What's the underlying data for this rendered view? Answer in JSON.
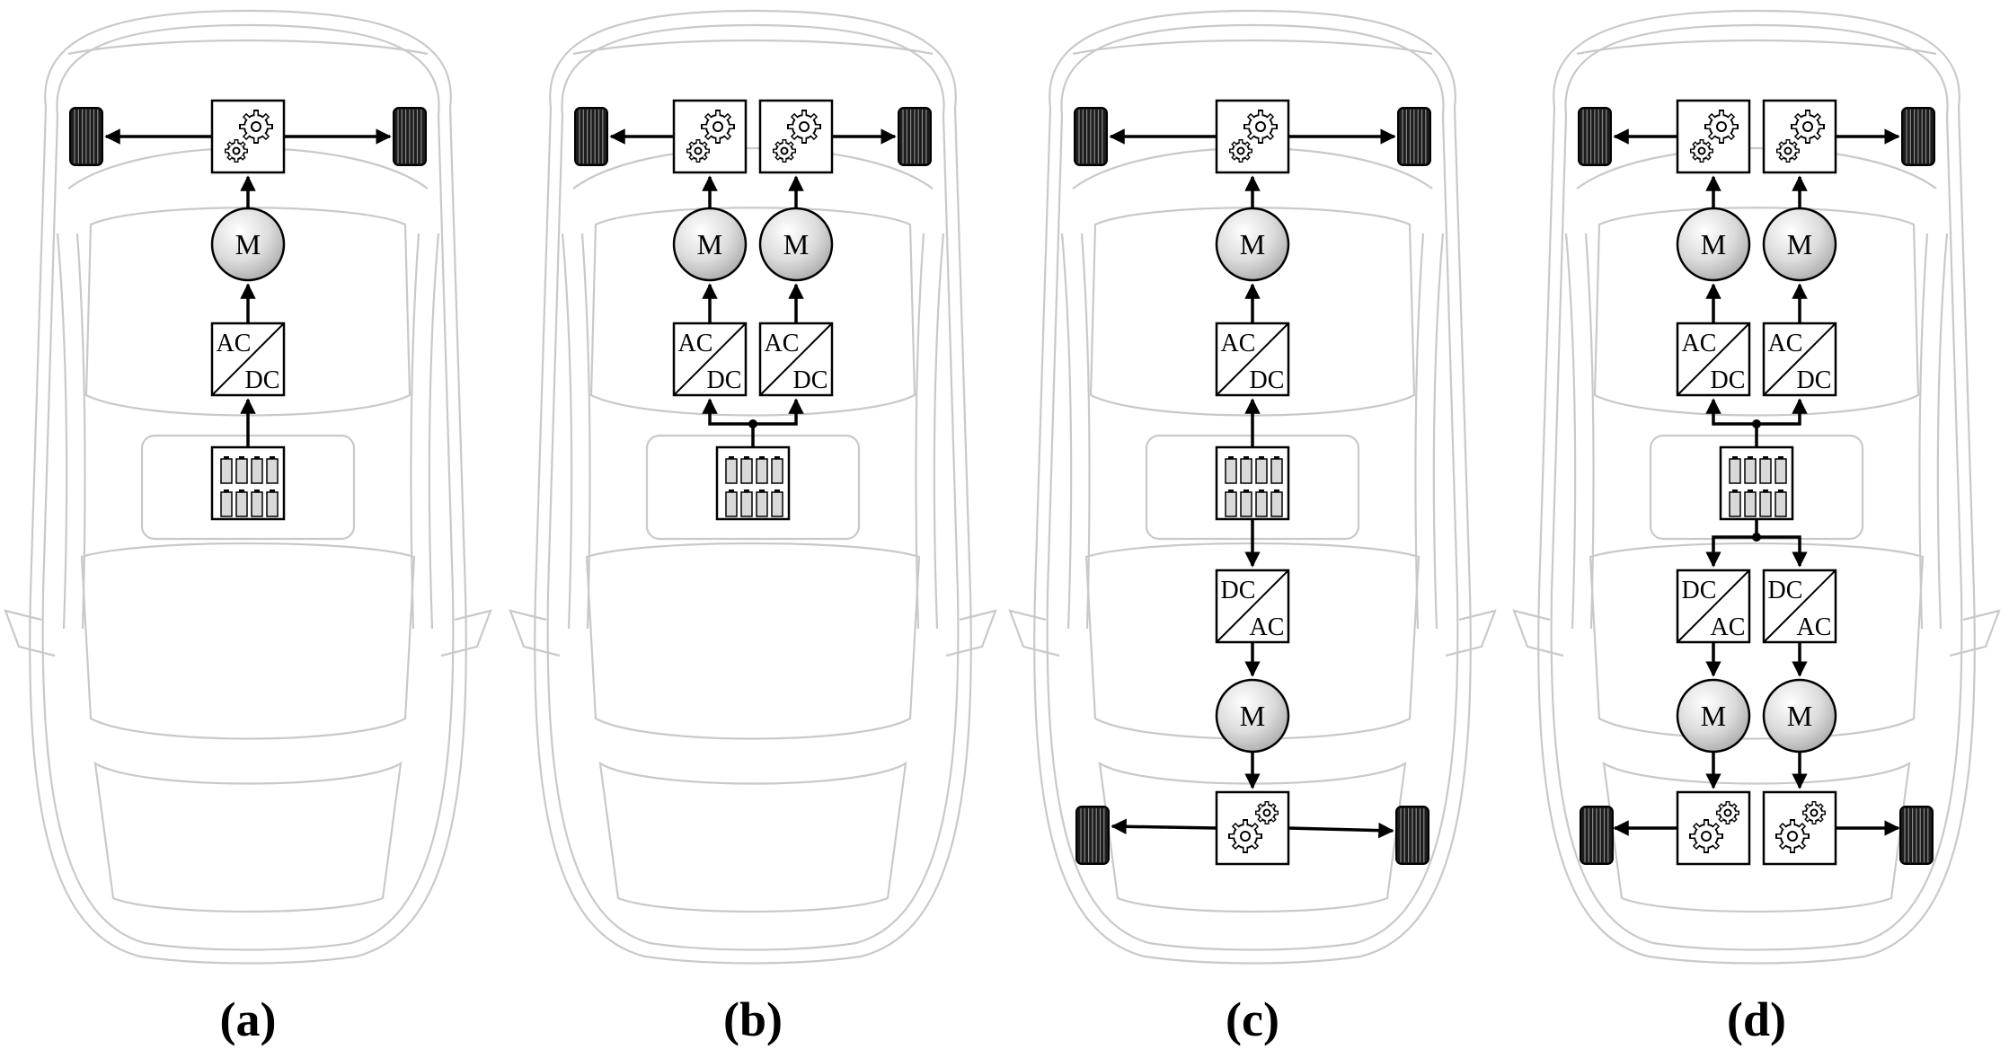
{
  "components": {
    "motor_label": "M",
    "rectifier_top": "AC",
    "rectifier_bottom": "DC",
    "inverter_top": "DC",
    "inverter_bottom": "AC"
  },
  "panels": [
    {
      "caption": "(a)",
      "front_motors": 1,
      "rear_motors": 0
    },
    {
      "caption": "(b)",
      "front_motors": 2,
      "rear_motors": 0
    },
    {
      "caption": "(c)",
      "front_motors": 1,
      "rear_motors": 1
    },
    {
      "caption": "(d)",
      "front_motors": 2,
      "rear_motors": 2
    }
  ]
}
